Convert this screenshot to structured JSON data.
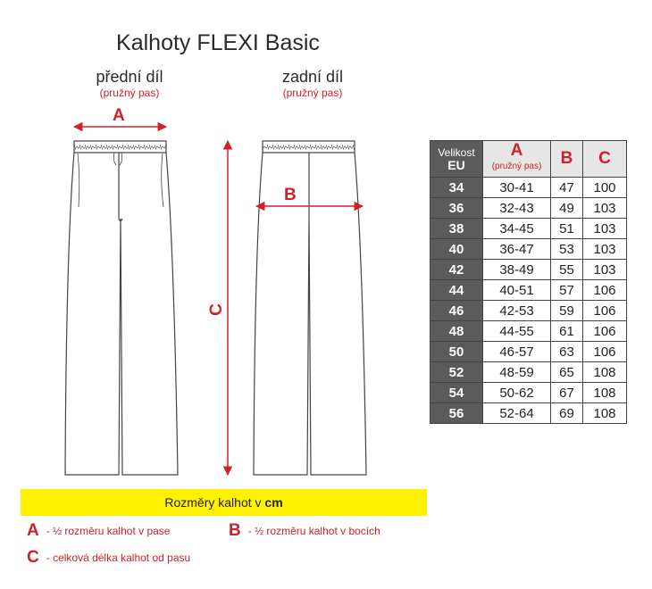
{
  "title": "Kalhoty FLEXI Basic",
  "front": {
    "label": "přední díl",
    "sub": "(pružný pas)"
  },
  "back": {
    "label": "zadní díl",
    "sub": "(pružný pas)"
  },
  "dimension_labels": {
    "a": "A",
    "b": "B",
    "c": "C"
  },
  "colors": {
    "accent": "#d0202a",
    "bar": "#fff200",
    "eu_col": "#5b5b5b"
  },
  "table": {
    "header": {
      "eu_label": "Velikost",
      "eu_sub": "EU",
      "a": "A",
      "a_sub": "(pružný pas)",
      "b": "B",
      "c": "C"
    },
    "rows": [
      {
        "eu": "34",
        "a": "30-41",
        "b": "47",
        "c": "100"
      },
      {
        "eu": "36",
        "a": "32-43",
        "b": "49",
        "c": "103"
      },
      {
        "eu": "38",
        "a": "34-45",
        "b": "51",
        "c": "103"
      },
      {
        "eu": "40",
        "a": "36-47",
        "b": "53",
        "c": "103"
      },
      {
        "eu": "42",
        "a": "38-49",
        "b": "55",
        "c": "103"
      },
      {
        "eu": "44",
        "a": "40-51",
        "b": "57",
        "c": "106"
      },
      {
        "eu": "46",
        "a": "42-53",
        "b": "59",
        "c": "106"
      },
      {
        "eu": "48",
        "a": "44-55",
        "b": "61",
        "c": "106"
      },
      {
        "eu": "50",
        "a": "46-57",
        "b": "63",
        "c": "106"
      },
      {
        "eu": "52",
        "a": "48-59",
        "b": "65",
        "c": "108"
      },
      {
        "eu": "54",
        "a": "50-62",
        "b": "67",
        "c": "108"
      },
      {
        "eu": "56",
        "a": "52-64",
        "b": "69",
        "c": "108"
      }
    ]
  },
  "bar": {
    "text": "Rozměry kalhot v",
    "unit": "cm"
  },
  "legend": {
    "a": {
      "letter": "A",
      "text": "- ½ rozměru kalhot v pase"
    },
    "b": {
      "letter": "B",
      "text": "- ½ rozměru kalhot v bocích"
    },
    "c": {
      "letter": "C",
      "text": "- celková délka kalhot od pasu"
    }
  }
}
